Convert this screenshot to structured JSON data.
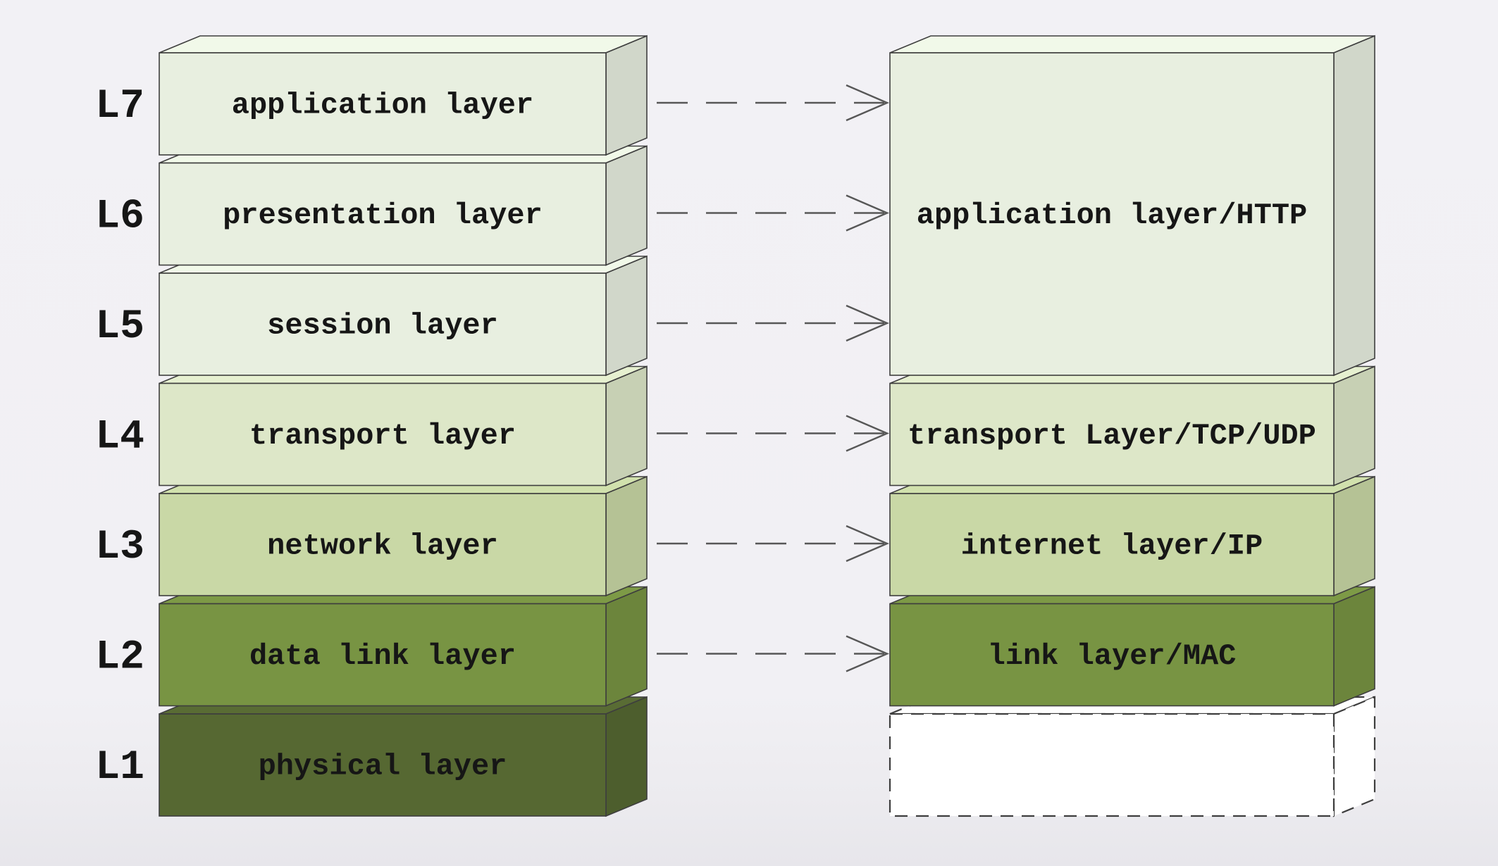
{
  "diagram": {
    "description": "OSI model layers mapped to TCP/IP model layers",
    "background_top": "#f2f1f5",
    "background_bottom": "#e7e6eb",
    "box_stroke_color": "#3e3e3e",
    "arrow_color": "#575757",
    "text_color": "#161616",
    "osi_stack": {
      "side": "left",
      "layers": [
        {
          "level": "L7",
          "label": "application layer",
          "color": "#e8efe0",
          "dashed": false
        },
        {
          "level": "L6",
          "label": "presentation layer",
          "color": "#e8efe0",
          "dashed": false
        },
        {
          "level": "L5",
          "label": "session layer",
          "color": "#e8efe0",
          "dashed": false
        },
        {
          "level": "L4",
          "label": "transport layer",
          "color": "#dde7c8",
          "dashed": false
        },
        {
          "level": "L3",
          "label": "network layer",
          "color": "#c9d8a6",
          "dashed": false
        },
        {
          "level": "L2",
          "label": "data link layer",
          "color": "#789443",
          "dashed": false
        },
        {
          "level": "L1",
          "label": "physical layer",
          "color": "#566832",
          "dashed": false
        }
      ]
    },
    "tcpip_stack": {
      "side": "right",
      "layers": [
        {
          "label": "application layer/HTTP",
          "color": "#e8efe0",
          "span": [
            "L7",
            "L5"
          ],
          "dashed": false
        },
        {
          "label": "transport Layer/TCP/UDP",
          "color": "#dde7c8",
          "span": [
            "L4",
            "L4"
          ],
          "dashed": false
        },
        {
          "label": "internet layer/IP",
          "color": "#c9d8a6",
          "span": [
            "L3",
            "L3"
          ],
          "dashed": false
        },
        {
          "label": "link layer/MAC",
          "color": "#789443",
          "span": [
            "L2",
            "L2"
          ],
          "dashed": false
        },
        {
          "label": "",
          "color": "#ffffff",
          "span": [
            "L1",
            "L1"
          ],
          "dashed": true
        }
      ]
    },
    "arrows": {
      "from_levels": [
        "L7",
        "L6",
        "L5",
        "L4",
        "L3",
        "L2"
      ]
    }
  }
}
